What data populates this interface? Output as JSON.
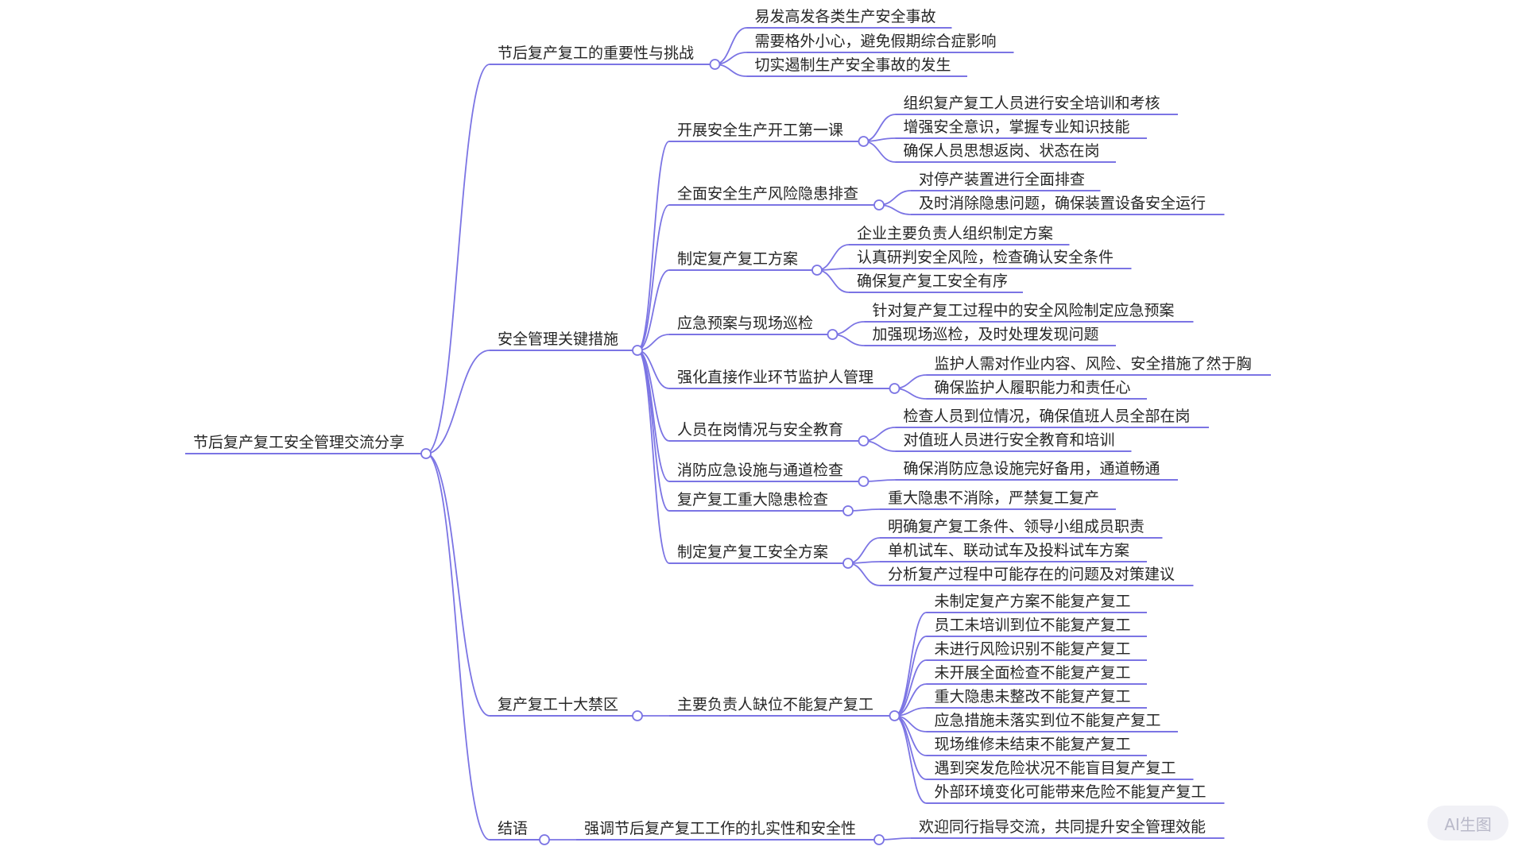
{
  "root": {
    "label": "节后复产复工安全管理交流分享",
    "children": [
      {
        "label": "节后复产复工的重要性与挑战",
        "children": [
          {
            "label": "易发高发各类生产安全事故"
          },
          {
            "label": "需要格外小心，避免假期综合症影响"
          },
          {
            "label": "切实遏制生产安全事故的发生"
          }
        ]
      },
      {
        "label": "安全管理关键措施",
        "children": [
          {
            "label": "开展安全生产开工第一课",
            "children": [
              {
                "label": "组织复产复工人员进行安全培训和考核"
              },
              {
                "label": "增强安全意识，掌握专业知识技能"
              },
              {
                "label": "确保人员思想返岗、状态在岗"
              }
            ]
          },
          {
            "label": "全面安全生产风险隐患排查",
            "children": [
              {
                "label": "对停产装置进行全面排查"
              },
              {
                "label": "及时消除隐患问题，确保装置设备安全运行"
              }
            ]
          },
          {
            "label": "制定复产复工方案",
            "children": [
              {
                "label": "企业主要负责人组织制定方案"
              },
              {
                "label": "认真研判安全风险，检查确认安全条件"
              },
              {
                "label": "确保复产复工安全有序"
              }
            ]
          },
          {
            "label": "应急预案与现场巡检",
            "children": [
              {
                "label": "针对复产复工过程中的安全风险制定应急预案"
              },
              {
                "label": "加强现场巡检，及时处理发现问题"
              }
            ]
          },
          {
            "label": "强化直接作业环节监护人管理",
            "children": [
              {
                "label": "监护人需对作业内容、风险、安全措施了然于胸"
              },
              {
                "label": "确保监护人履职能力和责任心"
              }
            ]
          },
          {
            "label": "人员在岗情况与安全教育",
            "children": [
              {
                "label": "检查人员到位情况，确保值班人员全部在岗"
              },
              {
                "label": "对值班人员进行安全教育和培训"
              }
            ]
          },
          {
            "label": "消防应急设施与通道检查",
            "children": [
              {
                "label": "确保消防应急设施完好备用，通道畅通"
              }
            ]
          },
          {
            "label": "复产复工重大隐患检查",
            "children": [
              {
                "label": "重大隐患不消除，严禁复工复产"
              }
            ]
          },
          {
            "label": "制定复产复工安全方案",
            "children": [
              {
                "label": "明确复产复工条件、领导小组成员职责"
              },
              {
                "label": "单机试车、联动试车及投料试车方案"
              },
              {
                "label": "分析复产过程中可能存在的问题及对策建议"
              }
            ]
          }
        ]
      },
      {
        "label": "复产复工十大禁区",
        "children": [
          {
            "label": "主要负责人缺位不能复产复工",
            "children": [
              {
                "label": "未制定复产方案不能复产复工"
              },
              {
                "label": "员工未培训到位不能复产复工"
              },
              {
                "label": "未进行风险识别不能复产复工"
              },
              {
                "label": "未开展全面检查不能复产复工"
              },
              {
                "label": "重大隐患未整改不能复产复工"
              },
              {
                "label": "应急措施未落实到位不能复产复工"
              },
              {
                "label": "现场维修未结束不能复产复工"
              },
              {
                "label": "遇到突发危险状况不能盲目复产复工"
              },
              {
                "label": "外部环境变化可能带来危险不能复产复工"
              }
            ]
          }
        ]
      },
      {
        "label": "结语",
        "children": [
          {
            "label": "强调节后复产复工工作的扎实性和安全性",
            "children": [
              {
                "label": "欢迎同行指导交流，共同提升安全管理效能"
              }
            ]
          }
        ]
      }
    ]
  },
  "watermark": "AI生图",
  "colors": {
    "edge": "#7b74e4",
    "text": "#262626"
  }
}
